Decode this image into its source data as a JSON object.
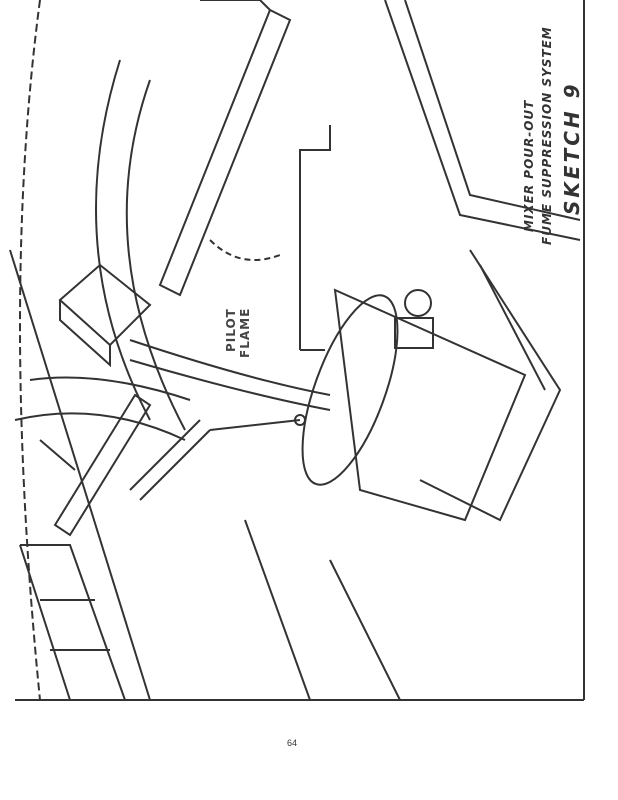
{
  "sketch": {
    "title_line1": "MIXER POUR-OUT",
    "title_line2": "FUME SUPPRESSION SYSTEM",
    "sketch_label": "SKETCH 9",
    "callout_line1": "PILOT",
    "callout_line2": "FLAME"
  },
  "page_number": "64"
}
